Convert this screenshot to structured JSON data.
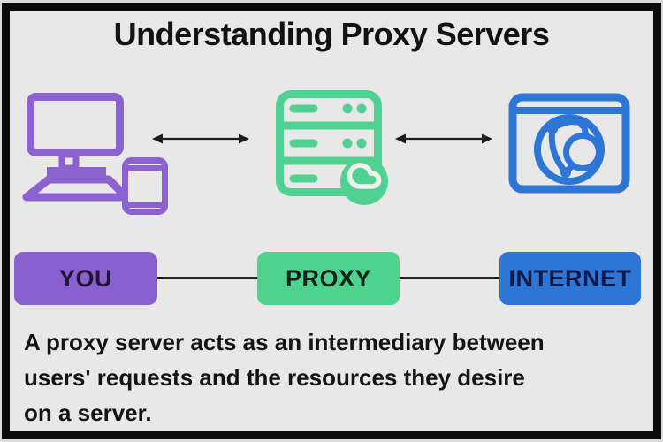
{
  "title": "Understanding Proxy Servers",
  "nodes": [
    {
      "id": "you",
      "label": "YOU",
      "box_color": "#8a5fd0",
      "label_color": "#1f1635",
      "icon": "desktop-and-phone-icon",
      "icon_color": "#8b62d0"
    },
    {
      "id": "proxy",
      "label": "PROXY",
      "box_color": "#4ed38f",
      "label_color": "#10231b",
      "icon": "server-cloud-icon",
      "icon_color": "#4fd291"
    },
    {
      "id": "internet",
      "label": "INTERNET",
      "box_color": "#2e76d5",
      "label_color": "#101a47",
      "icon": "browser-globe-icon",
      "icon_color": "#2e76d5"
    }
  ],
  "connections": [
    {
      "from": "you-icon",
      "to": "proxy-icon",
      "type": "double-headed-arrow"
    },
    {
      "from": "proxy-icon",
      "to": "internet-icon",
      "type": "double-headed-arrow"
    },
    {
      "from": "you-box",
      "to": "proxy-box",
      "type": "line"
    },
    {
      "from": "proxy-box",
      "to": "internet-box",
      "type": "line"
    }
  ],
  "description": {
    "full": "A proxy server acts as an intermediary between users' requests and the resources they desire on a server.",
    "lines": [
      "A proxy server acts as an intermediary between",
      "users' requests and the resources they desire",
      "on a server."
    ]
  },
  "colors": {
    "background": "#e8e8e8",
    "frame_border": "#0b0b0b",
    "arrow": "#1c1c1c",
    "title_text": "#121212",
    "description_text": "#141414"
  }
}
